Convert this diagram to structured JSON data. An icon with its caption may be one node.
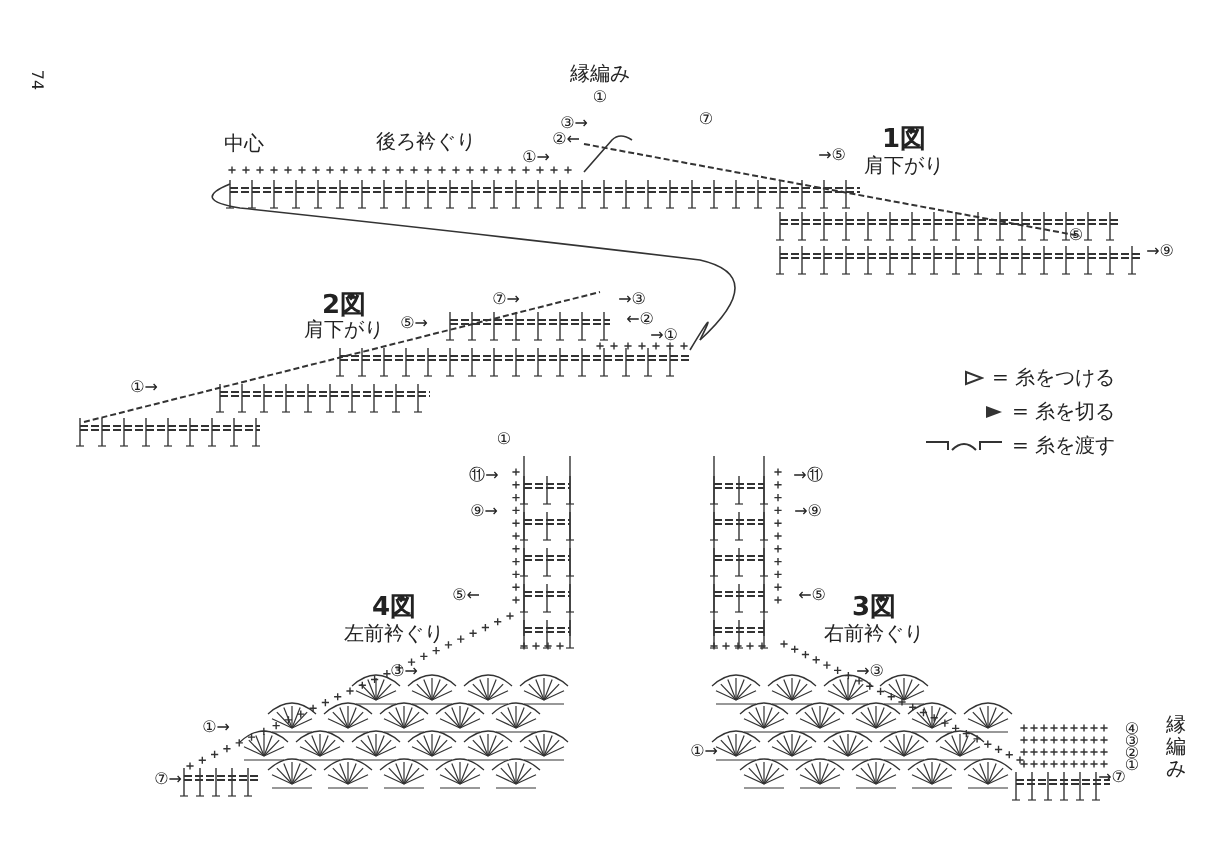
{
  "diagram": {
    "labels": [
      "74",
      "縁編み",
      "①",
      "③→",
      "⑦",
      "②←",
      "①→",
      "中心",
      "後ろ衿ぐり",
      "→⑤",
      "1図",
      "肩下がり",
      "⑤",
      "→⑨",
      "⑦→",
      "→③",
      "←②",
      "→①",
      "2図",
      "肩下がり",
      "⑤→",
      "①→",
      "①",
      "⑪→",
      "⑨→",
      "⑤←",
      "4図",
      "左前衿ぐり",
      "③→",
      "①→",
      "⑦→",
      "→⑪",
      "→⑨",
      "←⑤",
      "3図",
      "右前衿ぐり",
      "→③",
      "①→",
      "→⑦",
      "④",
      "③",
      "②",
      "①",
      "縁編み"
    ],
    "legend": [
      {
        "text": "= 糸をつける"
      },
      {
        "text": "= 糸を切る"
      },
      {
        "text": "= 糸を渡す"
      }
    ]
  }
}
